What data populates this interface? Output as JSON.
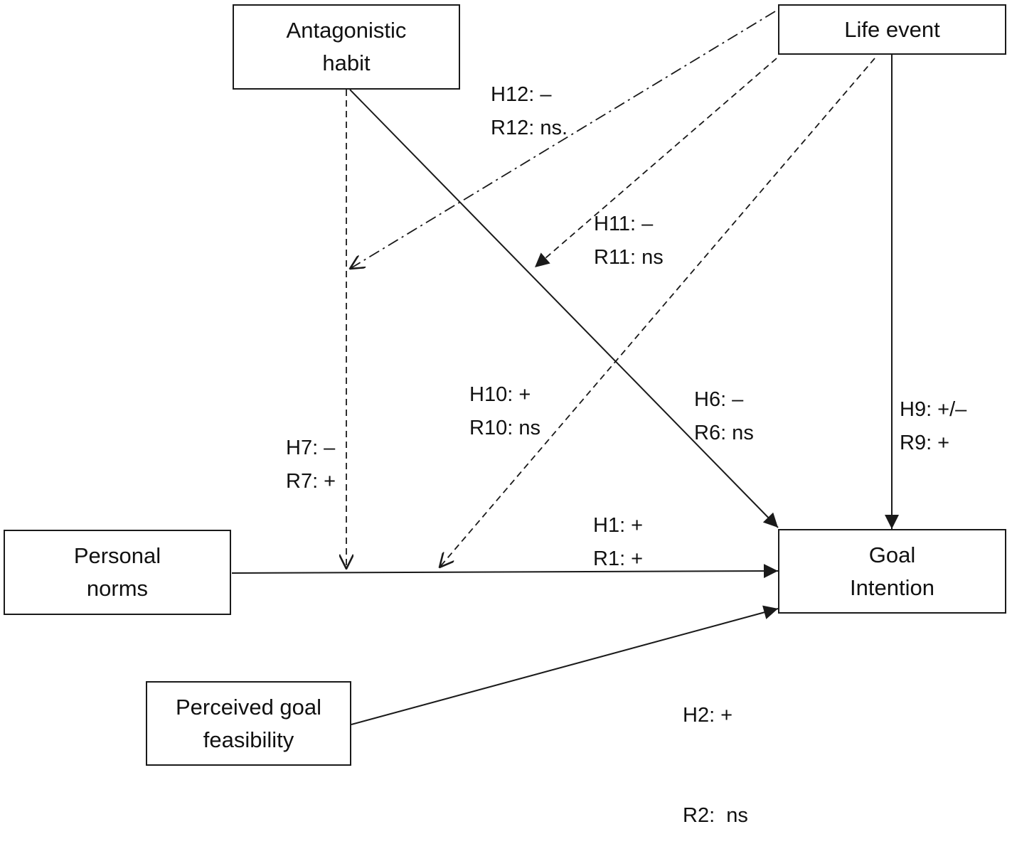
{
  "nodes": {
    "antagonistic_habit": {
      "line1": "Antagonistic",
      "line2": "habit"
    },
    "life_event": {
      "line1": "Life event"
    },
    "personal_norms": {
      "line1": "Personal",
      "line2": "norms"
    },
    "goal_intention": {
      "line1": "Goal",
      "line2": "Intention"
    },
    "perceived_goal_feasibility": {
      "line1": "Perceived goal",
      "line2": "feasibility"
    }
  },
  "edges": {
    "h12": {
      "h": "H12: –",
      "r": "R12: ns."
    },
    "h11": {
      "h": "H11: –",
      "r": "R11: ns"
    },
    "h10": {
      "h": "H10: +",
      "r": "R10: ns"
    },
    "h6": {
      "h": "H6: –",
      "r": "R6: ns"
    },
    "h9": {
      "h": "H9: +/–",
      "r": "R9: +"
    },
    "h7": {
      "h": "H7: –",
      "r": "R7: +"
    },
    "h1": {
      "h": "H1: +",
      "r": "R1: +"
    },
    "h2": {
      "h": "H2: +",
      "r": "R2:  ns"
    }
  },
  "colors": {
    "line": "#1a1a1a",
    "background": "#ffffff"
  }
}
